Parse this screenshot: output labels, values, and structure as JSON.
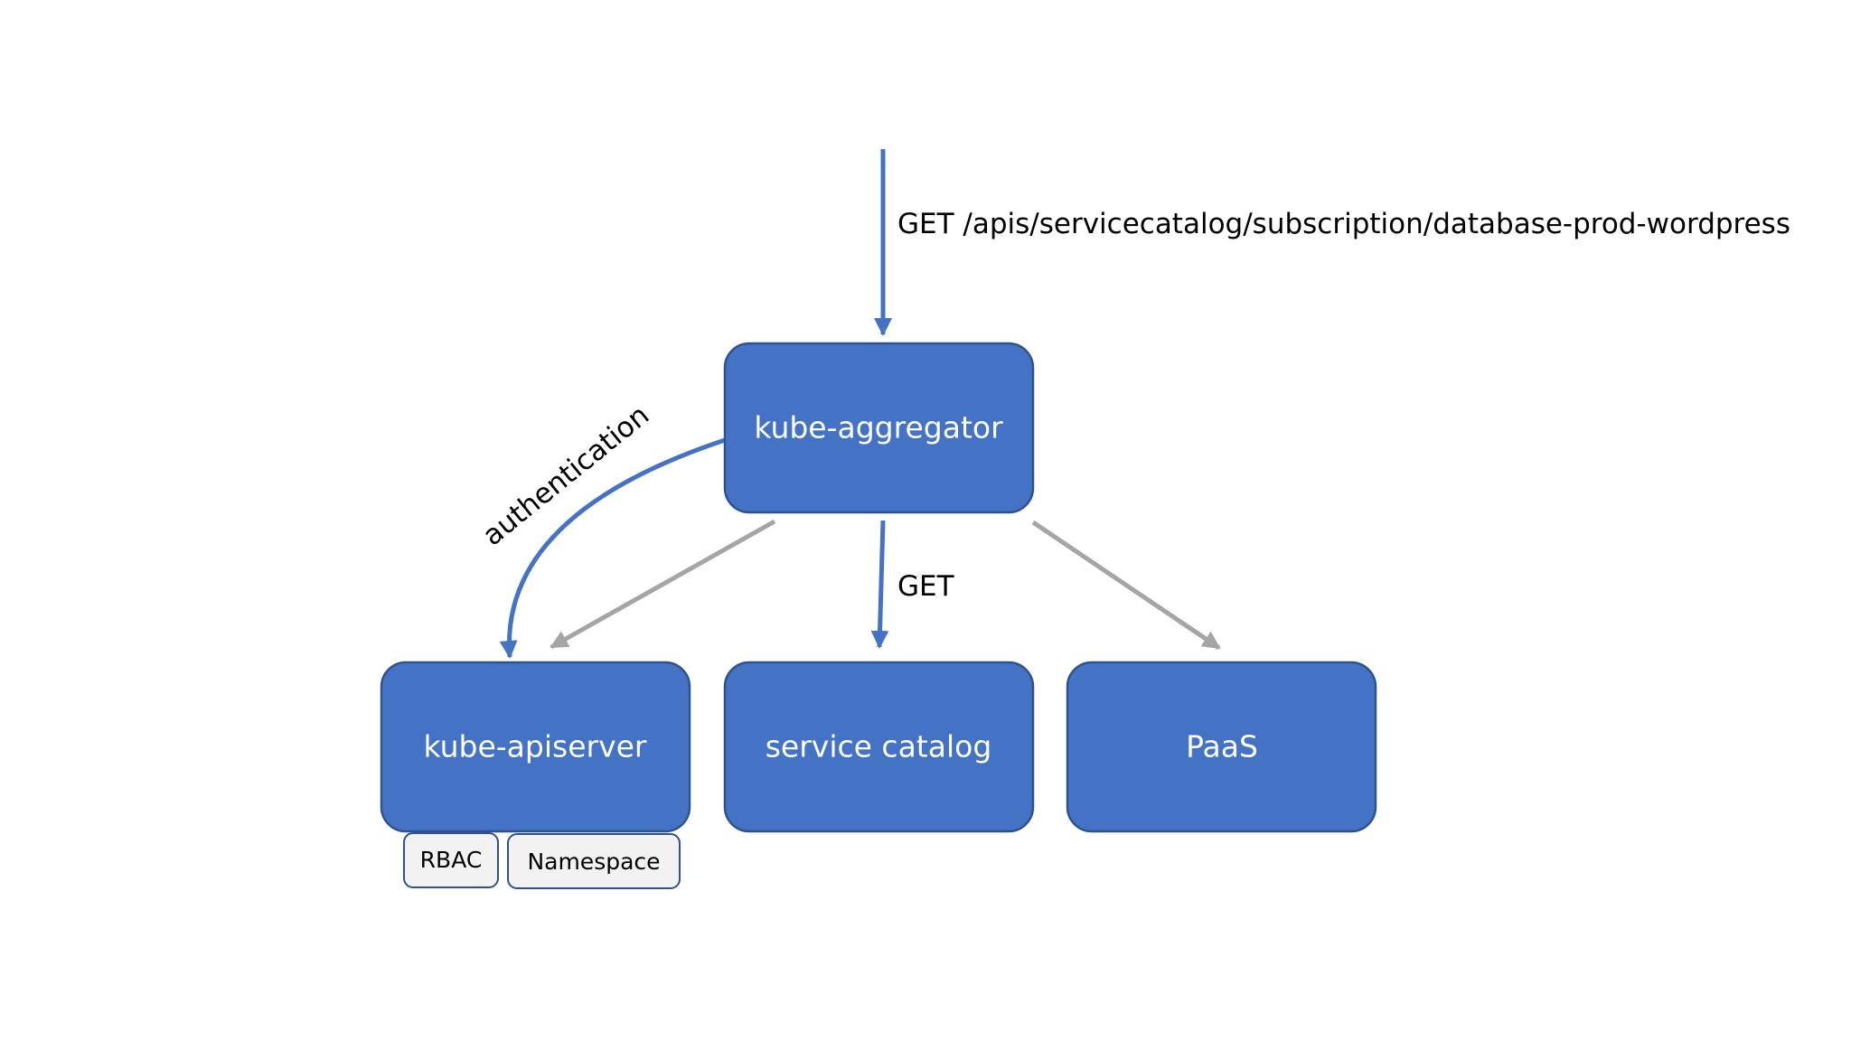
{
  "nodes": {
    "aggregator": {
      "label": "kube-aggregator"
    },
    "apiserver": {
      "label": "kube-apiserver"
    },
    "service_catalog": {
      "label": "service catalog"
    },
    "paas": {
      "label": "PaaS"
    }
  },
  "tags": {
    "rbac": {
      "label": "RBAC"
    },
    "namespace": {
      "label": "Namespace"
    }
  },
  "edges": {
    "incoming_request": {
      "label": "GET /apis/servicecatalog/subscription/database-prod-wordpress",
      "color": "#4472C4"
    },
    "authentication": {
      "label": "authentication",
      "color": "#4472C4"
    },
    "get_service_catalog": {
      "label": "GET",
      "color": "#4472C4"
    },
    "to_apiserver": {
      "label": "",
      "color": "#A5A5A5"
    },
    "to_paas": {
      "label": "",
      "color": "#A5A5A5"
    }
  },
  "colors": {
    "node_fill": "#4472C4",
    "node_border": "#2F528F",
    "tag_fill": "#F2F2F2",
    "gray_arrow": "#A5A5A5",
    "background": "#FFFFFF"
  }
}
